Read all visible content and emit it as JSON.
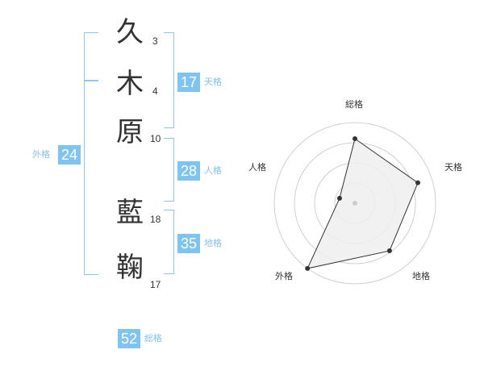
{
  "name": {
    "characters": [
      {
        "char": "久",
        "strokes": "3"
      },
      {
        "char": "木",
        "strokes": "4"
      },
      {
        "char": "原",
        "strokes": "10"
      },
      {
        "char": "藍",
        "strokes": "18"
      },
      {
        "char": "鞠",
        "strokes": "17"
      }
    ]
  },
  "fortune": {
    "tenkaku": {
      "label": "天格",
      "value": "17"
    },
    "jinkaku": {
      "label": "人格",
      "value": "28"
    },
    "chikaku": {
      "label": "地格",
      "value": "35"
    },
    "gaikaku": {
      "label": "外格",
      "value": "24"
    },
    "soukaku": {
      "label": "総格",
      "value": "52"
    }
  },
  "chart_data": {
    "type": "radar",
    "axes": [
      "総格",
      "天格",
      "地格",
      "外格",
      "人格"
    ],
    "values": [
      0.8,
      0.82,
      0.73,
      1.0,
      0.2
    ],
    "rings": 4,
    "max": 1.0
  }
}
